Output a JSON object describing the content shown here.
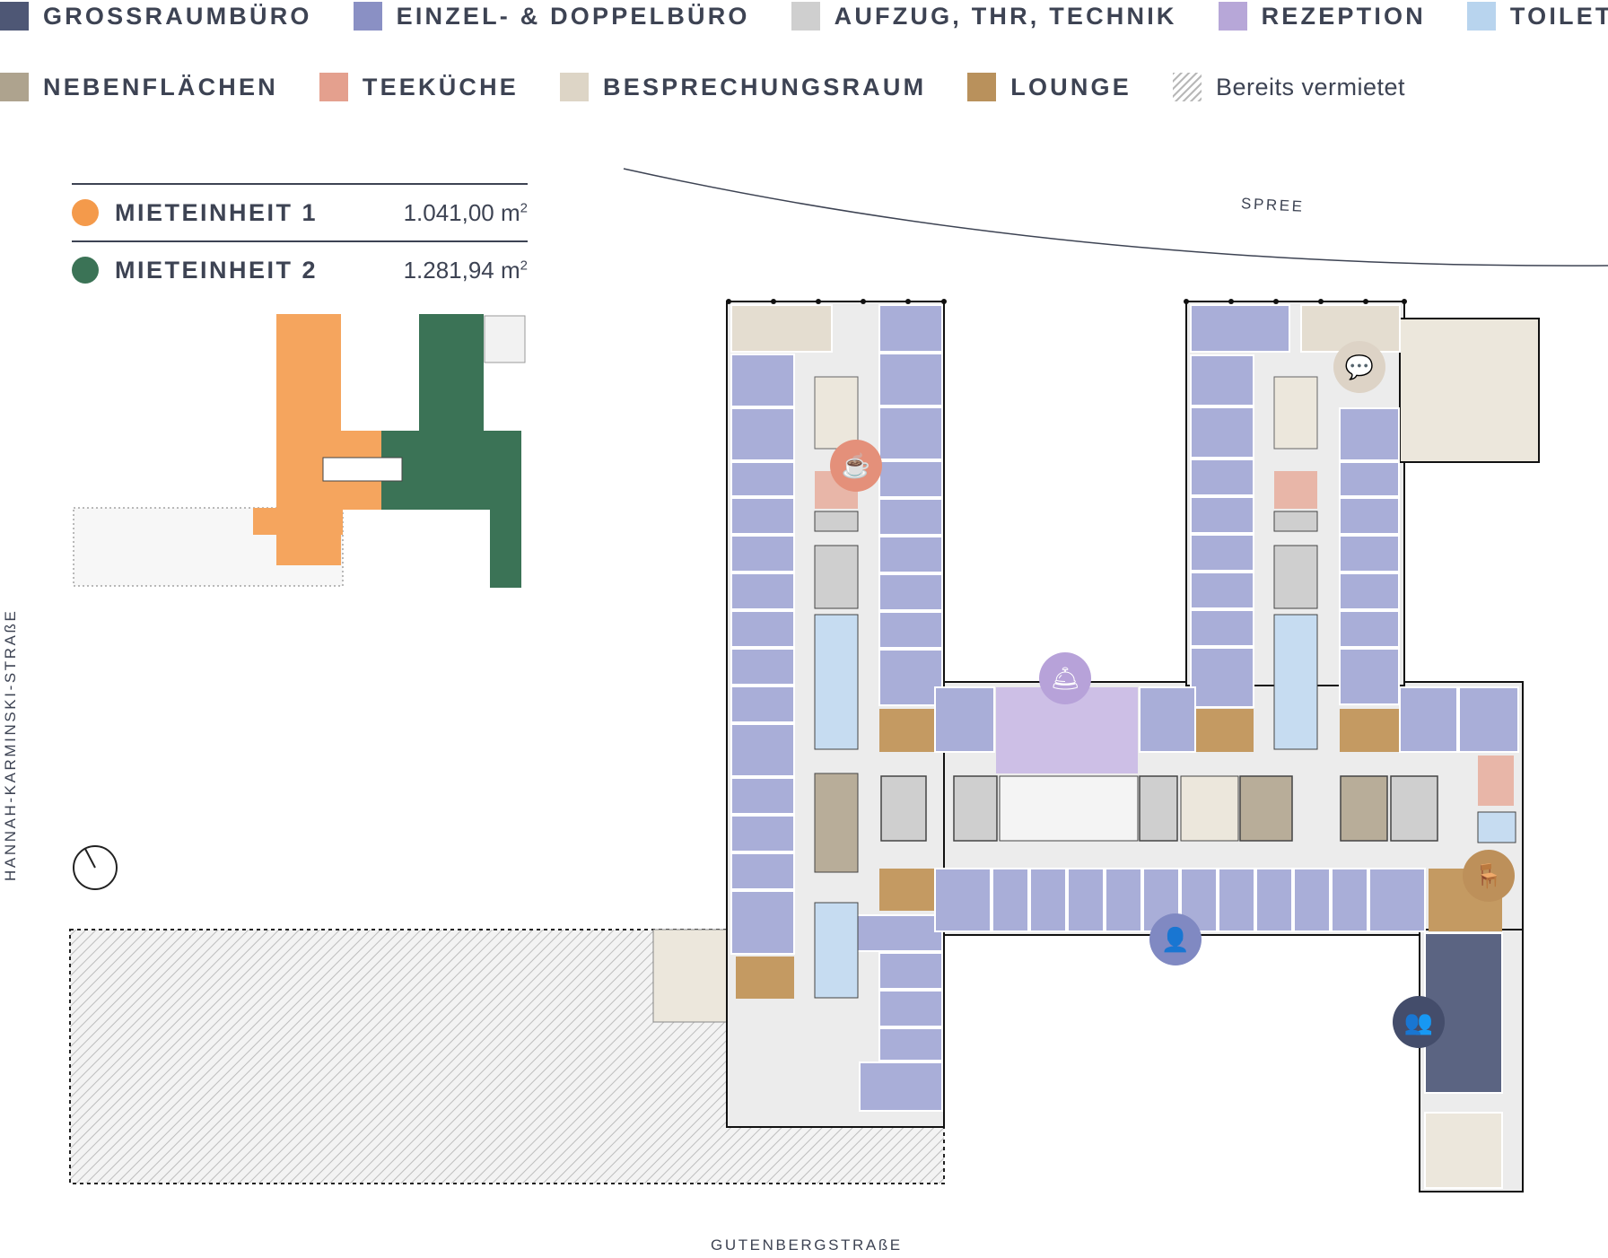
{
  "legend": {
    "row1": [
      {
        "label": "GROSSRAUMBÜRO",
        "color": "#4e5775"
      },
      {
        "label": "EINZEL- & DOPPELBÜRO",
        "color": "#8a90c4"
      },
      {
        "label": "AUFZUG, THR, TECHNIK",
        "color": "#cfcfcf"
      },
      {
        "label": "REZEPTION",
        "color": "#b7a7d8"
      },
      {
        "label": "TOILETTEN",
        "color": "#b8d4ee"
      }
    ],
    "row2": [
      {
        "label": "NEBENFLÄCHEN",
        "color": "#aea38e"
      },
      {
        "label": "TEEKÜCHE",
        "color": "#e4a08e"
      },
      {
        "label": "BESPRECHUNGSRAUM",
        "color": "#ddd5c6"
      },
      {
        "label": "LOUNGE",
        "color": "#b9915c"
      }
    ],
    "already_rented": "Bereits vermietet"
  },
  "units": [
    {
      "name": "MIETEINHEIT 1",
      "area": "1.041,00 m",
      "sup": "2",
      "color": "#f49a4b"
    },
    {
      "name": "MIETEINHEIT 2",
      "area": "1.281,94 m",
      "sup": "2",
      "color": "#3b7356"
    }
  ],
  "labels": {
    "river": "SPREE",
    "street_bottom": "GUTENBERGSTRAßE",
    "street_left": "HANNAH-KARMINSKI-STRAßE"
  },
  "icons": {
    "teekueche": "coffee-cup-icon",
    "rezeption": "reception-bell-icon",
    "besprechung": "chat-bubbles-icon",
    "lounge": "armchair-icon",
    "einzelbuero": "desk-person-icon",
    "grossraum": "open-space-person-icon",
    "compass": "compass-icon"
  }
}
